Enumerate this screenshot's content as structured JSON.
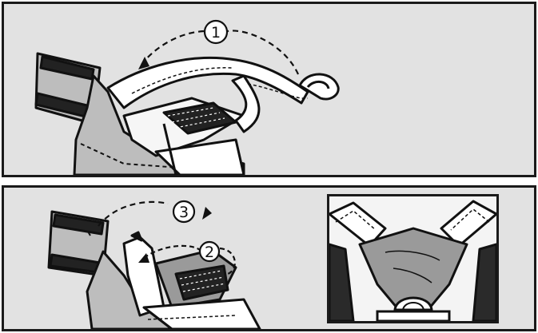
{
  "steps": [
    {
      "id": 1,
      "label": "1"
    },
    {
      "id": 2,
      "label": "2"
    },
    {
      "id": 3,
      "label": "3"
    }
  ],
  "colors": {
    "panel_background": "#e2e2e2",
    "strap_fill": "#ffffff",
    "seat_fill": "#bdbdbd",
    "shield_fill": "#9a9a9a",
    "ink": "#111111"
  },
  "icons": {
    "arrow_step_1": "curved-dashed-arrow-left",
    "arrow_step_2": "curved-dashed-loop",
    "arrow_step_3": "curved-dashed-arrow-right"
  }
}
